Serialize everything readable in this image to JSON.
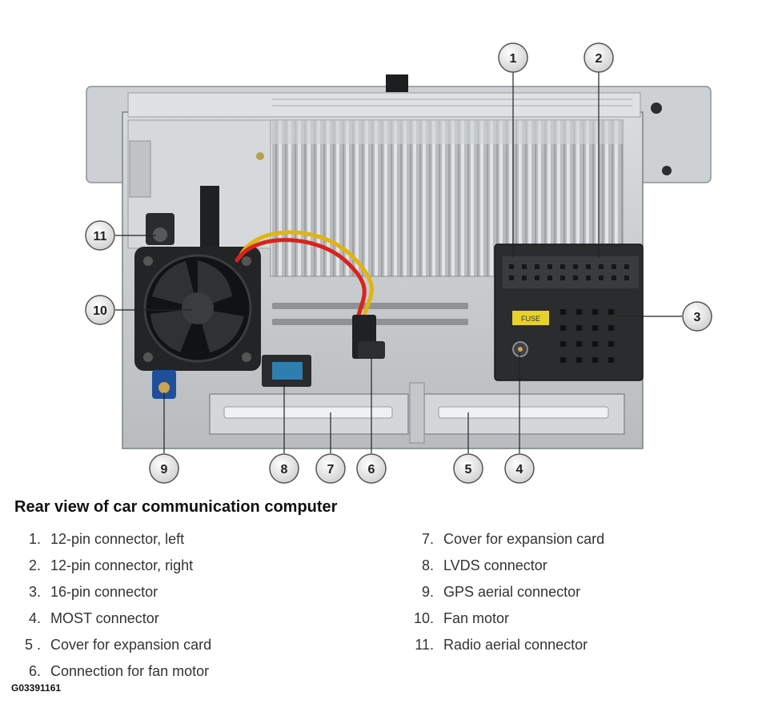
{
  "figure": {
    "caption": "Rear view of car communication computer",
    "figure_id": "G03391161"
  },
  "callouts": [
    "1",
    "2",
    "3",
    "4",
    "5",
    "6",
    "7",
    "8",
    "9",
    "10",
    "11"
  ],
  "fuse_label": "FUSE",
  "legend_left": [
    {
      "num": "1.",
      "text": "12-pin connector, left"
    },
    {
      "num": "2.",
      "text": "12-pin connector, right"
    },
    {
      "num": "3.",
      "text": "16-pin connector"
    },
    {
      "num": "4.",
      "text": "MOST connector"
    },
    {
      "num": "5 .",
      "text": "Cover for expansion card"
    },
    {
      "num": "6.",
      "text": "Connection for fan motor"
    }
  ],
  "legend_right": [
    {
      "num": "7.",
      "text": "Cover for expansion card"
    },
    {
      "num": "8.",
      "text": "LVDS connector"
    },
    {
      "num": "9.",
      "text": "GPS aerial connector"
    },
    {
      "num": "10.",
      "text": "Fan motor"
    },
    {
      "num": "11.",
      "text": "Radio aerial connector"
    }
  ]
}
